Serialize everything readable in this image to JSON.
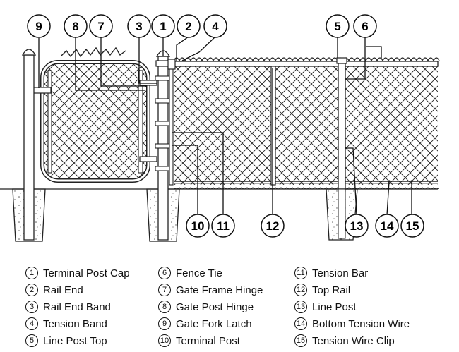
{
  "callouts": {
    "c1": "1",
    "c2": "2",
    "c3": "3",
    "c4": "4",
    "c5": "5",
    "c6": "6",
    "c7": "7",
    "c8": "8",
    "c9": "9",
    "c10": "10",
    "c11": "11",
    "c12": "12",
    "c13": "13",
    "c14": "14",
    "c15": "15"
  },
  "legend": [
    {
      "num": "1",
      "label": "Terminal Post Cap"
    },
    {
      "num": "2",
      "label": "Rail End"
    },
    {
      "num": "3",
      "label": "Rail End Band"
    },
    {
      "num": "4",
      "label": "Tension Band"
    },
    {
      "num": "5",
      "label": "Line Post Top"
    },
    {
      "num": "6",
      "label": "Fence Tie"
    },
    {
      "num": "7",
      "label": "Gate Frame Hinge"
    },
    {
      "num": "8",
      "label": "Gate Post Hinge"
    },
    {
      "num": "9",
      "label": "Gate Fork Latch"
    },
    {
      "num": "10",
      "label": "Terminal Post"
    },
    {
      "num": "11",
      "label": "Tension Bar"
    },
    {
      "num": "12",
      "label": "Top Rail"
    },
    {
      "num": "13",
      "label": "Line Post"
    },
    {
      "num": "14",
      "label": "Bottom Tension Wire"
    },
    {
      "num": "15",
      "label": "Tension Wire Clip"
    }
  ]
}
